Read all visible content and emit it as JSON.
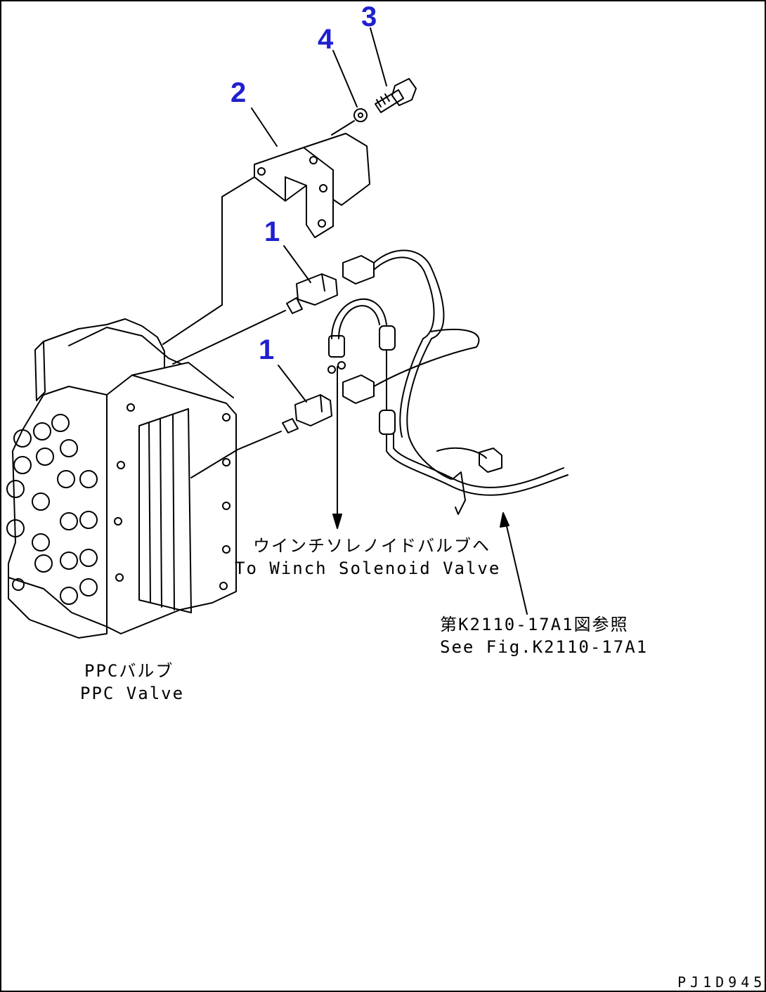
{
  "callouts": {
    "part_3": "3",
    "part_4": "4",
    "part_2": "2",
    "part_1_upper": "1",
    "part_1_lower": "1"
  },
  "labels": {
    "winch_jp": "ウインチソレノイドバルブヘ",
    "winch_en": "To Winch Solenoid Valve",
    "seefig_jp": "第K2110-17A1図参照",
    "seefig_en": "See Fig.K2110-17A1",
    "ppc_jp": "PPCバルブ",
    "ppc_en": "PPC Valve"
  },
  "drawing_code": "PJ1D945",
  "colors": {
    "callout": "#1f1fd0",
    "line": "#000000",
    "background": "#ffffff"
  }
}
